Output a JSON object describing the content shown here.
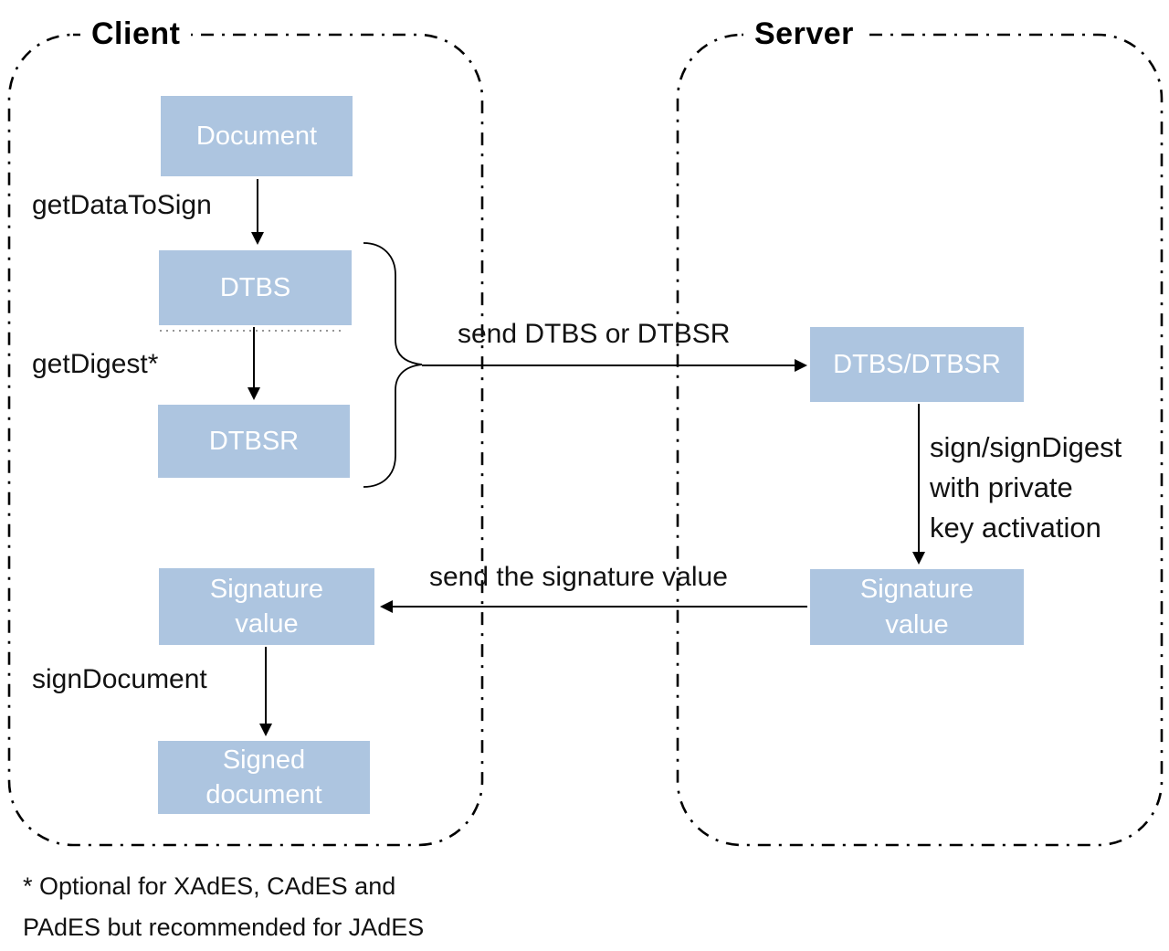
{
  "client": {
    "title": "Client",
    "boxes": {
      "document": "Document",
      "dtbs": "DTBS",
      "dtbsr": "DTBSR",
      "signature_value": "Signature\nvalue",
      "signed_document": "Signed\ndocument"
    },
    "labels": {
      "get_data_to_sign": "getDataToSign",
      "get_digest": "getDigest*",
      "sign_document": "signDocument"
    }
  },
  "server": {
    "title": "Server",
    "boxes": {
      "dtbs_dtbsr": "DTBS/DTBSR",
      "signature_value": "Signature\nvalue"
    },
    "labels": {
      "sign_with_key": "sign/signDigest\nwith private\nkey activation"
    }
  },
  "flows": {
    "send_dtbs": "send DTBS or DTBSR",
    "send_signature_value": "send the signature value"
  },
  "footnote": "* Optional for XAdES, CAdES and\nPAdES but recommended for JAdES",
  "colors": {
    "box_fill": "#adc5e0",
    "box_text": "#ffffff",
    "line": "#000000"
  }
}
